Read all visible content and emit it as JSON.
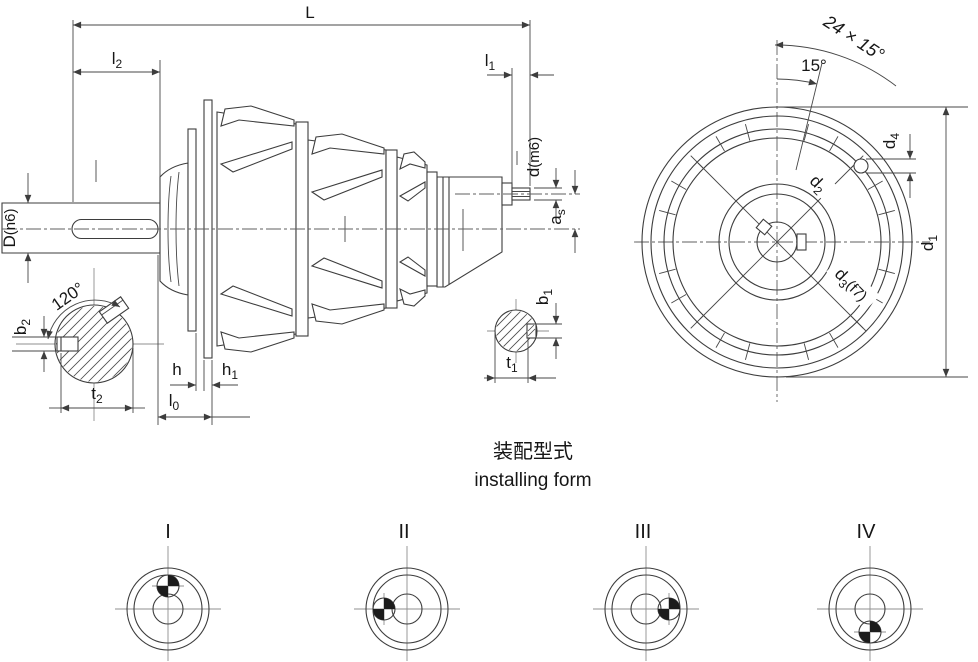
{
  "drawing": {
    "side_view": {
      "dims": {
        "L": {
          "main": "L"
        },
        "l2": {
          "main": "l",
          "sub": "2"
        },
        "l1": {
          "main": "l",
          "sub": "1"
        },
        "D": {
          "main": "D",
          "suffix": "(n6)"
        },
        "d": {
          "main": "d",
          "suffix": "(m6)"
        },
        "as": {
          "main": "a",
          "sub": "s"
        },
        "b2": {
          "main": "b",
          "sub": "2"
        },
        "t2": {
          "main": "t",
          "sub": "2"
        },
        "b1": {
          "main": "b",
          "sub": "1"
        },
        "t1": {
          "main": "t",
          "sub": "1"
        },
        "h": {
          "main": "h"
        },
        "h1": {
          "main": "h",
          "sub": "1"
        },
        "l0": {
          "main": "l",
          "sub": "0"
        },
        "angle120": {
          "main": "120°"
        }
      }
    },
    "flange_view": {
      "dims": {
        "holes": {
          "main": "24 × 15°"
        },
        "angle15": {
          "main": "15°"
        },
        "d1": {
          "main": "d",
          "sub": "1"
        },
        "d2": {
          "main": "d",
          "sub": "2"
        },
        "d3": {
          "main": "d",
          "sub": "3",
          "suffix": "(f7)"
        },
        "d4": {
          "main": "d",
          "sub": "4"
        }
      }
    },
    "caption": {
      "zh": "装配型式",
      "en": "installing form"
    },
    "installing_forms": [
      {
        "label": "I",
        "indicator": "top"
      },
      {
        "label": "II",
        "indicator": "left"
      },
      {
        "label": "III",
        "indicator": "right"
      },
      {
        "label": "IV",
        "indicator": "bottom"
      }
    ],
    "colors": {
      "line": "#3d3d3d",
      "text": "#161616",
      "centerline": "#5f5f5f",
      "background": "#ffffff"
    }
  }
}
